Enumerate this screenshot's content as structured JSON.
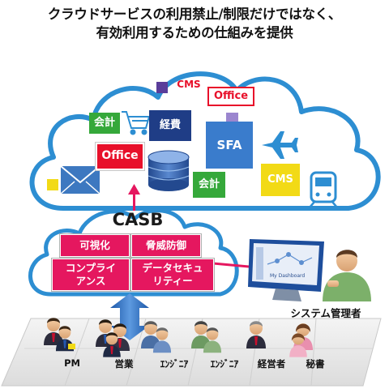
{
  "heading": {
    "line1": "クラウドサービスの利用禁止/制限だけではなく、",
    "line2": "有効利用するための仕組みを提供"
  },
  "cloud_services": {
    "top_cms": "CMS",
    "top_office": "Office",
    "kaikei_left": "会計",
    "keihi": "経費",
    "office_main": "Office",
    "sfa": "SFA",
    "kaikei_center": "会計",
    "cms_yellow": "CMS"
  },
  "casb": {
    "title": "CASB",
    "functions": [
      "可視化",
      "脅威防御",
      "コンプライ\nアンス",
      "データセキュ\nリティー"
    ]
  },
  "admin": {
    "label": "システム管理者",
    "screen_text": "My Dashboard"
  },
  "users": [
    "PM",
    "営業",
    "ｴﾝｼﾞﾆｱ",
    "ｴﾝｼﾞﾆｱ",
    "経営者",
    "秘書"
  ],
  "colors": {
    "cloud_outline": "#2d8ed2",
    "casb_pink": "#e5175f",
    "arrow_blue": "#1e5fb0",
    "office_red": "#e8102a",
    "sfa_blue": "#3a7ccc",
    "kaikei_green": "#35a83a",
    "keihi_navy": "#1f3d86",
    "cms_yellow": "#f2da16"
  }
}
